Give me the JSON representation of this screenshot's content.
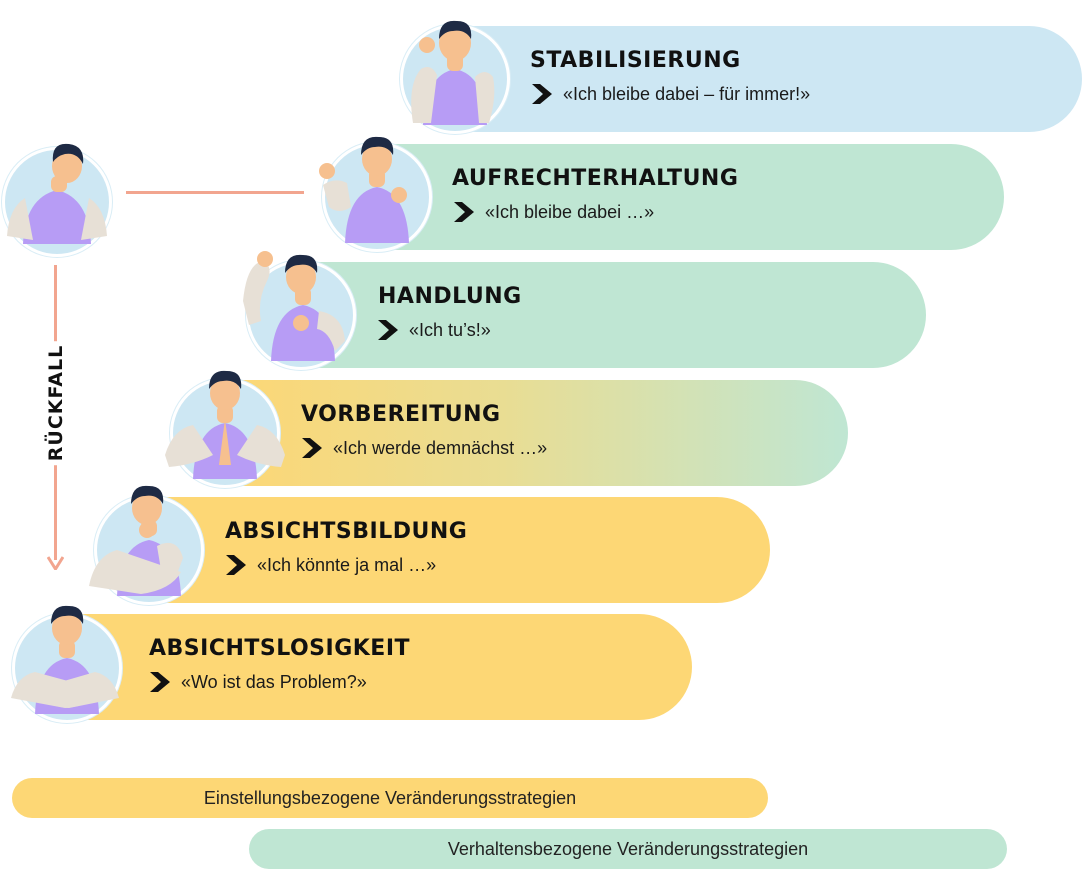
{
  "stages": [
    {
      "title": "STABILISIERUNG",
      "quote": "«Ich bleibe dabei – für immer!»",
      "color": "#cde7f3"
    },
    {
      "title": "AUFRECHTERHALTUNG",
      "quote": "«Ich bleibe dabei …»",
      "color": "#bfe6d3"
    },
    {
      "title": "HANDLUNG",
      "quote": "«Ich tu’s!»",
      "color": "#bfe6d3"
    },
    {
      "title": "VORBEREITUNG",
      "quote": "«Ich werde demnächst …»",
      "color": "#fdd775"
    },
    {
      "title": "ABSICHTSBILDUNG",
      "quote": "«Ich könnte ja mal …»",
      "color": "#fdd775"
    },
    {
      "title": "ABSICHTSLOSIGKEIT",
      "quote": "«Wo ist das Problem?»",
      "color": "#fdd775"
    }
  ],
  "relapse_label": "RÜCKFALL",
  "legend": {
    "attitude": "Einstellungsbezogene Veränderungsstrategien",
    "behavior": "Verhaltensbezogene Veränderungsstrategien"
  },
  "colors": {
    "blue": "#cde7f3",
    "green": "#bfe6d3",
    "yellow": "#fdd775",
    "relapse": "#f2a58f",
    "shirt": "#b79cf5",
    "skin": "#f6c08f",
    "sleeve": "#e7e0d6",
    "hair": "#1e2a44"
  }
}
